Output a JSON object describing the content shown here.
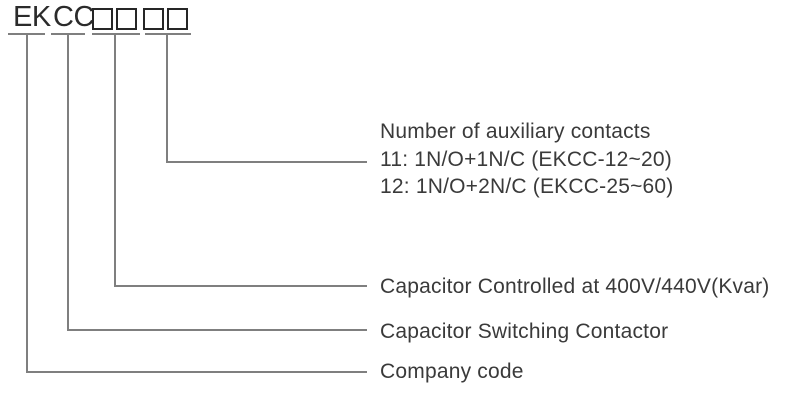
{
  "code": {
    "prefix": "EK",
    "series": "CC",
    "box_groups": [
      2,
      2
    ]
  },
  "annotations": {
    "aux_title": "Number of auxiliary contacts",
    "aux_option1": "11: 1N/O+1N/C (EKCC-12~20)",
    "aux_option2": "12: 1N/O+2N/C (EKCC-25~60)",
    "capacitor_controlled": "Capacitor Controlled at 400V/440V(Kvar)",
    "capacitor_switching": "Capacitor Switching Contactor",
    "company_code": "Company code"
  },
  "colors": {
    "background": "#ffffff",
    "text": "#3a3a3a",
    "code_text": "#2b2b2b",
    "line": "#7f7f7f",
    "box_border": "#262626"
  }
}
